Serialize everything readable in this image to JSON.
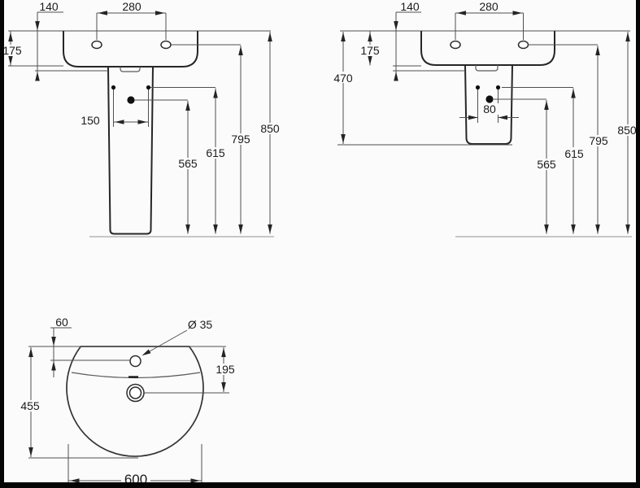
{
  "views": {
    "front_full_pedestal": {
      "dims": {
        "wall_offset": "140",
        "tap_hole_spacing": "280",
        "rim_to_underside": "175",
        "fixing_hole_spacing": "150",
        "siphon_height": "565",
        "fixing_holes_height": "615",
        "tap_holes_height": "795",
        "rim_height": "850"
      }
    },
    "front_semi_pedestal": {
      "dims": {
        "wall_offset": "140",
        "tap_hole_spacing": "280",
        "rim_to_underside": "175",
        "semi_pedestal_height": "470",
        "fixing_hole_spacing": "80",
        "siphon_height": "565",
        "fixing_holes_height": "615",
        "tap_holes_height": "795",
        "rim_height": "850"
      }
    },
    "plan": {
      "dims": {
        "tap_hole_offset": "60",
        "tap_hole_diameter": "Ø 35",
        "drain_offset": "195",
        "basin_depth": "455",
        "basin_width": "600"
      }
    }
  }
}
